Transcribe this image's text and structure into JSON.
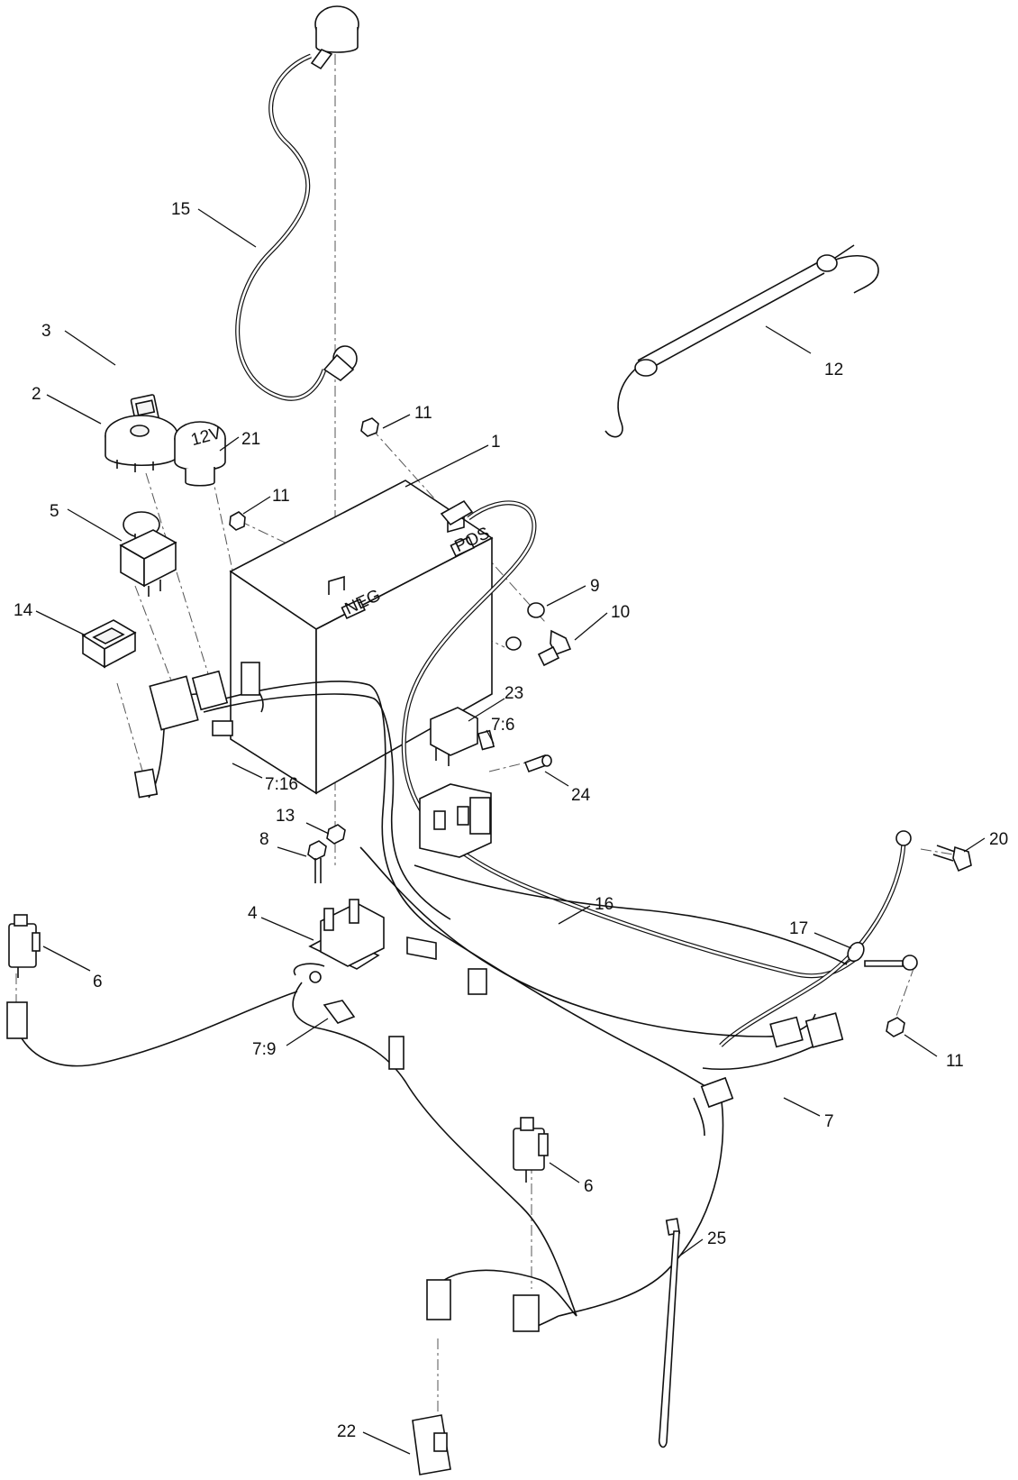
{
  "callouts": {
    "c1": "1",
    "c2": "2",
    "c3": "3",
    "c4": "4",
    "c5": "5",
    "c6a": "6",
    "c6b": "6",
    "c7": "7",
    "c7_6": "7:6",
    "c7_9": "7:9",
    "c7_16": "7:16",
    "c8": "8",
    "c9": "9",
    "c10": "10",
    "c11a": "11",
    "c11b": "11",
    "c11c": "11",
    "c12": "12",
    "c13": "13",
    "c14": "14",
    "c15": "15",
    "c16": "16",
    "c17": "17",
    "c20": "20",
    "c21": "21",
    "c22": "22",
    "c23": "23",
    "c24": "24",
    "c25": "25"
  },
  "battery": {
    "terminal_marks": [
      "NEG",
      "POS"
    ]
  },
  "power_outlet": {
    "cap_text": "12V"
  }
}
